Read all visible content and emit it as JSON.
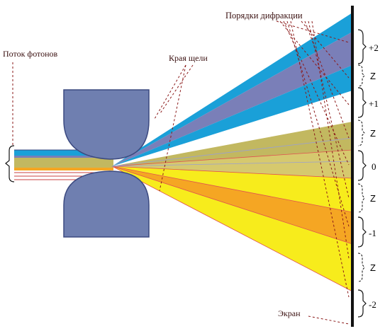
{
  "labels": {
    "photon_flux": "Поток фотонов",
    "slit_edges": "Края щели",
    "diffraction_orders": "Порядки дифракции",
    "screen": "Экран"
  },
  "orders": [
    {
      "id": "plus2",
      "text": "+2"
    },
    {
      "id": "plus1",
      "text": "+1"
    },
    {
      "id": "zero",
      "text": "0"
    },
    {
      "id": "minus1",
      "text": "-1"
    },
    {
      "id": "minus2",
      "text": "-2"
    }
  ],
  "gaps": [
    "Z",
    "Z",
    "Z",
    "Z"
  ],
  "colors": {
    "blue_beam": "#1aa0d8",
    "violet_beam": "#7a7fb8",
    "olive_beam": "#c2b860",
    "yellow_beam": "#f7ec1c",
    "orange_beam": "#f5a623",
    "slit_block": "#6f7fb0",
    "slit_outline": "#3c4a80",
    "label_text": "#3a1010",
    "arrow_dash": "#8b1a1a"
  }
}
